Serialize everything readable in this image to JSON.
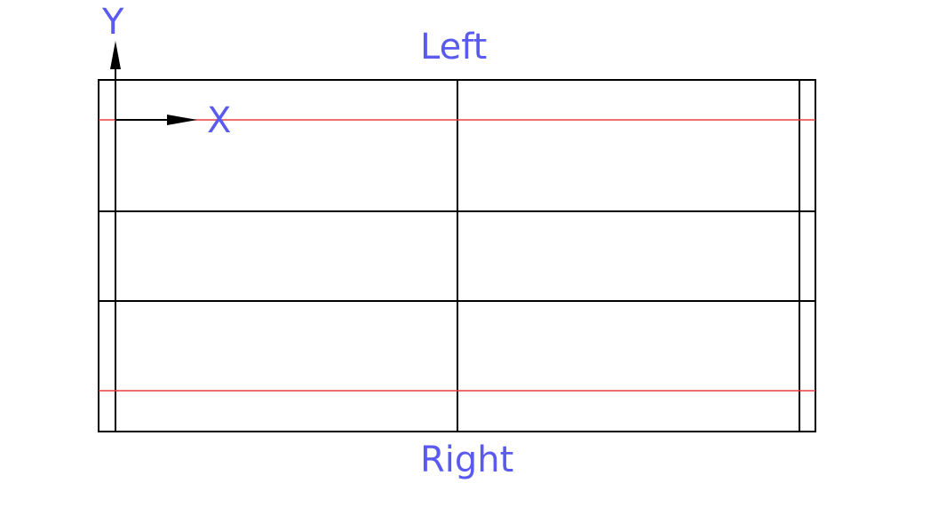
{
  "labels": {
    "top": "Left",
    "bottom": "Right",
    "x_axis": "X",
    "y_axis": "Y"
  },
  "colors": {
    "label": "#5a5af0",
    "grid_line": "#000000",
    "guide_line": "#e8413b"
  }
}
